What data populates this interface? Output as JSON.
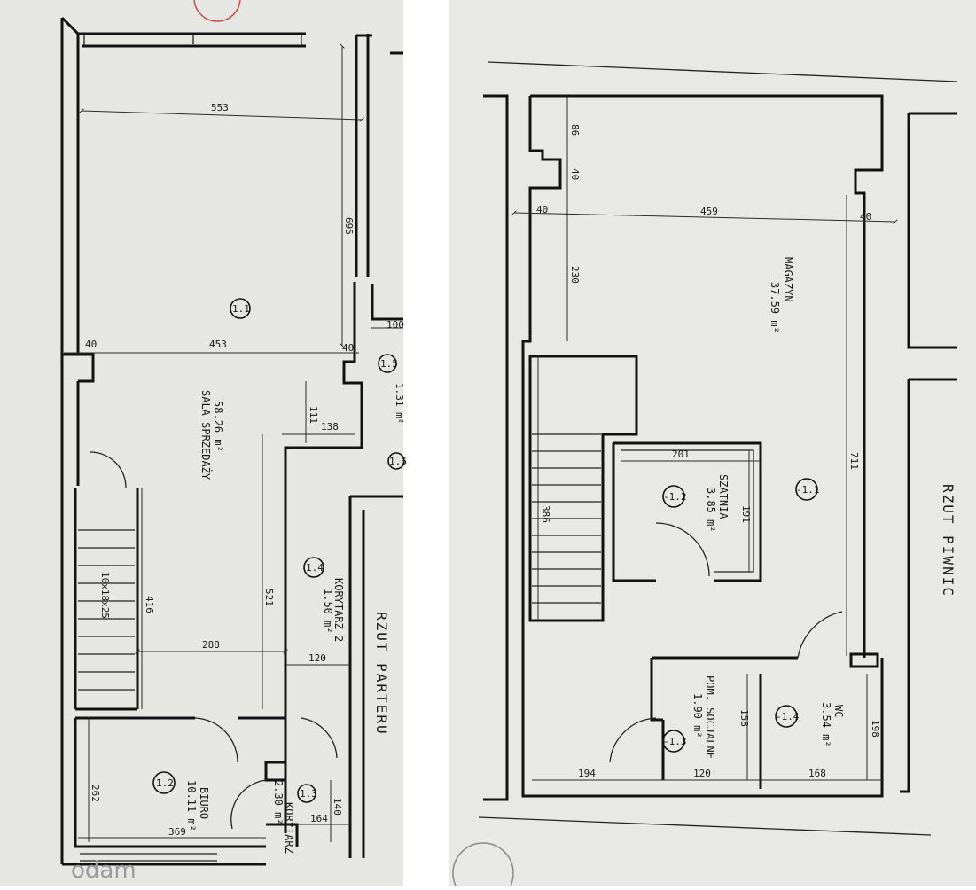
{
  "colors": {
    "left_paper": "#e6e6e3",
    "right_paper": "#e8e8e6",
    "ink": "#141414",
    "divider": "#ffffff",
    "stamp": "#c24a4a",
    "watermark": "#9a9a9a"
  },
  "ground_floor": {
    "title": "RZUT PARTERU",
    "rooms": {
      "sales": {
        "name": "SALA SPRZEDAŻY",
        "area": "58.26 m²",
        "num": "1.1"
      },
      "corridor2": {
        "name": "KORYTARZ 2",
        "area": "1.50 m²",
        "num": "1.4"
      },
      "office": {
        "name": "BIURO",
        "area": "10.11 m²",
        "num": "1.2"
      },
      "corridor": {
        "name": "KORYTARZ",
        "area": "2.30 m²",
        "num": "1.3"
      },
      "small": {
        "area": "1.31 m²",
        "num": "1.5"
      },
      "small2": {
        "num": "1.6"
      }
    },
    "stairs_label": "10x18x25",
    "dims": {
      "d553": "553",
      "d695": "695",
      "d40a": "40",
      "d453": "453",
      "d40b": "40",
      "d111": "111",
      "d138": "138",
      "d100": "100",
      "d416": "416",
      "d288": "288",
      "d521": "521",
      "d120": "120",
      "d262": "262",
      "d369": "369",
      "d140": "140",
      "d164": "164"
    }
  },
  "basement": {
    "title": "RZUT PIWNIC",
    "rooms": {
      "storage": {
        "name": "MAGAZYN",
        "area": "37.59 m²",
        "num": "-1.1"
      },
      "cloakroom": {
        "name": "SZATNIA",
        "area": "3.85 m²",
        "num": "-1.2"
      },
      "social": {
        "name": "POM. SOCJALNE",
        "area": "1.90 m²",
        "num": "-1.3"
      },
      "wc": {
        "name": "WC",
        "area": "3.54 m²",
        "num": "-1.4"
      }
    },
    "dims": {
      "d86": "86",
      "d40a": "40",
      "d40b": "40",
      "d459": "459",
      "d40c": "40",
      "d230": "230",
      "d711": "711",
      "d386": "386",
      "d201": "201",
      "d191": "191",
      "d158": "158",
      "d198": "198",
      "d194": "194",
      "d120": "120",
      "d168": "168"
    }
  },
  "watermark": "odam"
}
